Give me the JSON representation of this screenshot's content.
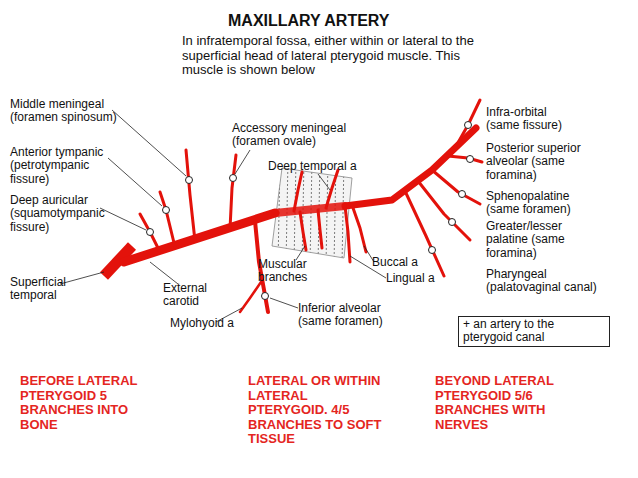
{
  "diagram": {
    "title": "MAXILLARY ARTERY",
    "nodes": [
      {
        "text": [
          "+ an artery to the pterygoid canal"
        ]
      }
    ],
    "labels": [
      "In infratemporal fossa, either within or lateral to the superficial head of lateral pterygoid muscle. This muscle is shown below",
      "Middle meningeal (foramen spinosum)",
      "Anterior tympanic (petrotympanic fissure)",
      "Deep auricular (squamotympanic fissure)",
      "Accessory meningeal (foramen ovale)",
      "Deep temporal a",
      "Superficial temporal",
      "External carotid",
      "Muscular branches",
      "Buccal a",
      "Lingual a",
      "Mylohyoid a",
      "Inferior alveolar (same foramen)",
      "Infra-orbital (same fissure)",
      "Posterior superior alveolar (same foramina)",
      "Sphenopalatine (same foramen)",
      "Greater/lesser palatine (same foramina)",
      "Pharyngeal (palatovaginal canal)",
      "BEFORE LATERAL PTERYGOID 5 BRANCHES INTO BONE",
      "LATERAL OR WITHIN LATERAL PTERYGOID. 4/5 BRANCHES TO SOFT TISSUE",
      "BEYOND LATERAL PTERYGOID 5/6 BRANCHES WITH NERVES"
    ]
  }
}
